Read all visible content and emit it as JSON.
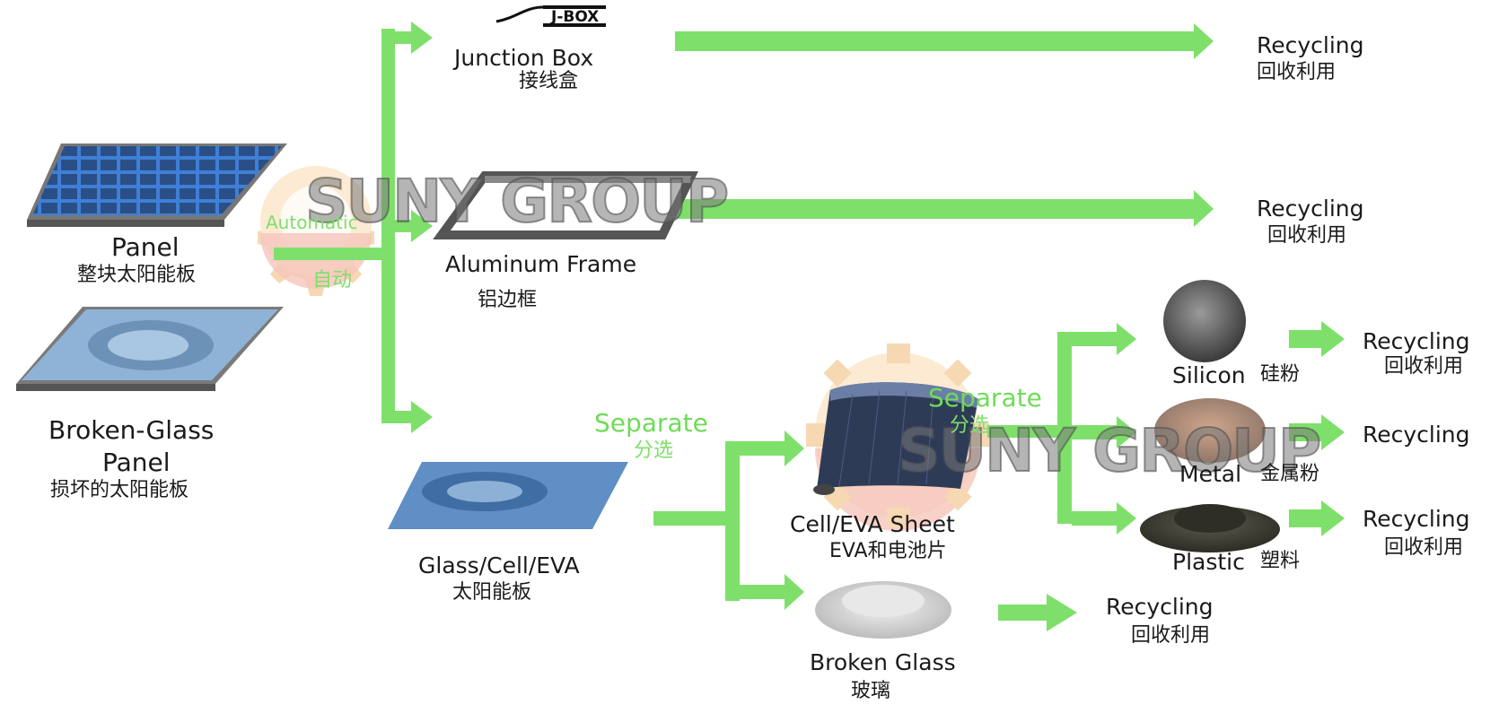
{
  "colors": {
    "arrow": "#7ee06a",
    "accent_text": "#6fdc58",
    "panel_blue": "#3f7fd6",
    "gear": "#f4cc9a"
  },
  "watermark": "SUNY GROUP",
  "jbox_label": "J-BOX",
  "stage_labels": {
    "automatic": "Automatic",
    "automatic_zh": "自动",
    "separate_1": "Separate",
    "separate_1_zh": "分选",
    "separate_2": "Separate",
    "separate_2_zh": "分选"
  },
  "inputs": {
    "panel": {
      "en": "Panel",
      "zh": "整块太阳能板"
    },
    "broken_panel": {
      "en_line1": "Broken-Glass",
      "en_line2": "Panel",
      "zh": "损坏的太阳能板"
    }
  },
  "components": {
    "junction_box": {
      "en": "Junction Box",
      "zh": "接线盒"
    },
    "aluminum_frame": {
      "en": "Aluminum Frame",
      "zh": "铝边框"
    },
    "glass_cell_eva": {
      "en": "Glass/Cell/EVA",
      "zh": "太阳能板"
    },
    "cell_eva_sheet": {
      "en": "Cell/EVA Sheet",
      "zh": "EVA和电池片"
    },
    "broken_glass": {
      "en": "Broken Glass",
      "zh": "玻璃"
    },
    "silicon": {
      "en": "Silicon",
      "zh": "硅粉"
    },
    "metal": {
      "en": "Metal",
      "zh": "金属粉"
    },
    "plastic": {
      "en": "Plastic",
      "zh": "塑料"
    }
  },
  "outputs": {
    "recycling_1": {
      "en": "Recycling",
      "zh": "回收利用"
    },
    "recycling_2": {
      "en": "Recycling",
      "zh": "回收利用"
    },
    "recycling_glass": {
      "en": "Recycling",
      "zh": "回收利用"
    },
    "recycling_silicon": {
      "en": "Recycling",
      "zh": "回收利用"
    },
    "recycling_metal": {
      "en": "Recycling"
    },
    "recycling_plastic": {
      "en": "Recycling",
      "zh": "回收利用"
    }
  }
}
